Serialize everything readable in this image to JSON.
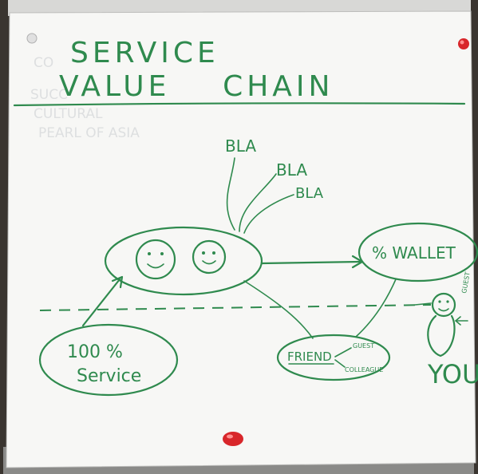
{
  "title": {
    "line1": "SERVICE",
    "line2": "VALUE    CHAIN"
  },
  "bla_labels": [
    "BLA",
    "BLA",
    "BLA"
  ],
  "wallet_label": "% WALLET",
  "service_label": {
    "line1": "100 %",
    "line2": "Service"
  },
  "friend_label": "FRIEND",
  "friend_branches": [
    "GUEST",
    "COLLEAGUE"
  ],
  "you_label": "YOU",
  "you_small_label": "GUEST",
  "ghost_text": [
    "CO",
    "SUCC",
    "CULTURAL",
    "PEARL OF ASIA"
  ],
  "colors": {
    "ink": "#2f8a4e",
    "paper": "#f7f7f5",
    "pin": "#d8262a"
  }
}
